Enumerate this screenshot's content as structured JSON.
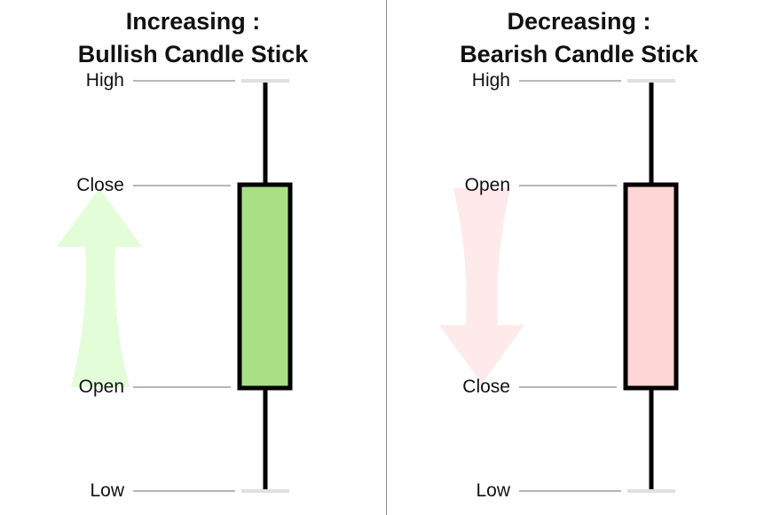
{
  "panels": [
    {
      "title_line1": "Increasing :",
      "title_line2": "Bullish Candle Stick",
      "labels": {
        "high": "High",
        "upper": "Close",
        "lower": "Open",
        "low": "Low"
      },
      "body_color": "#aadf86",
      "arrow_color": "#e4fdd9",
      "arrow_direction": "up"
    },
    {
      "title_line1": "Decreasing :",
      "title_line2": "Bearish Candle Stick",
      "labels": {
        "high": "High",
        "upper": "Open",
        "lower": "Close",
        "low": "Low"
      },
      "body_color": "#ffd6d6",
      "arrow_color": "#feeaea",
      "arrow_direction": "down"
    }
  ]
}
